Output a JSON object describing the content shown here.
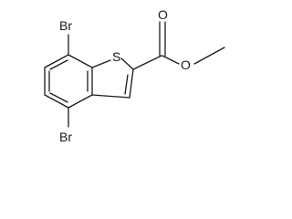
{
  "molecule": {
    "labels": {
      "br_top": "Br",
      "br_bottom": "Br",
      "sulfur": "S",
      "carbonyl_oxygen": "O",
      "ester_oxygen": "O"
    },
    "bond_color": "#1a1a1a"
  }
}
